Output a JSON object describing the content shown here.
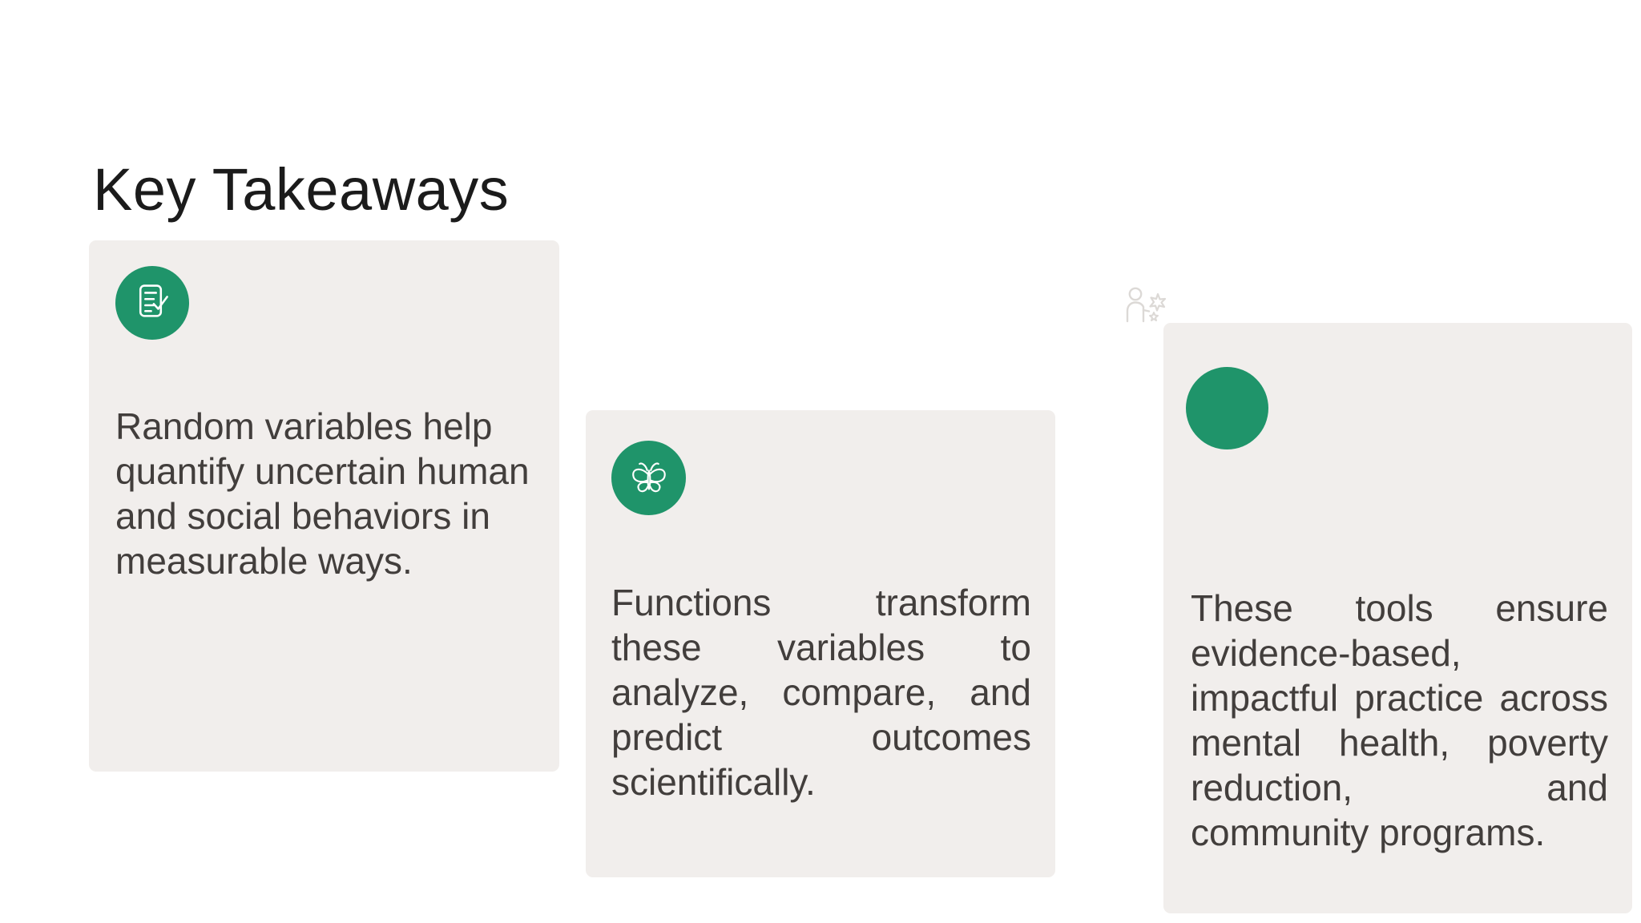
{
  "slide": {
    "title": "Key Takeaways",
    "cards": [
      {
        "icon": "document-check-icon",
        "text": "Random variables help quantify uncertain human and social behaviors in measurable ways."
      },
      {
        "icon": "butterfly-icon",
        "text": "Functions transform these variables to analyze, compare, and predict outcomes scientifically."
      },
      {
        "icon": "blank-circle",
        "text": "These tools ensure evidence-based, impactful practice across mental health, poverty reduction, and community programs."
      }
    ],
    "ghost_icon": "person-sparkle-icon",
    "colors": {
      "accent_green": "#1f946a",
      "card_background": "#f1eeec",
      "body_text": "#423e3c",
      "title_text": "#1b1b1b",
      "ghost_icon_stroke": "#dcd9d6",
      "page_background": "#ffffff"
    }
  }
}
